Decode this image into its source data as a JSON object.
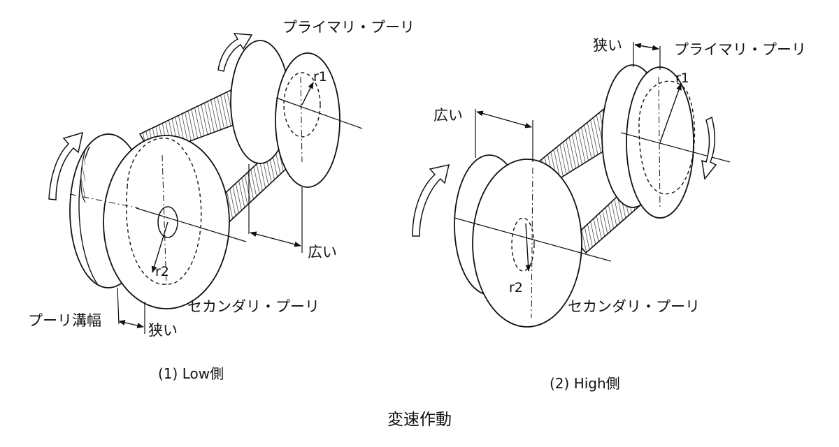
{
  "title": "変速作動",
  "low": {
    "caption": "(1) Low側",
    "primary_label": "プライマリ・プーリ",
    "secondary_label": "セカンダリ・プーリ",
    "groove_label": "プーリ溝幅",
    "primary_gap_label": "広い",
    "secondary_gap_label": "狭い",
    "r1": "r1",
    "r2": "r2"
  },
  "high": {
    "caption": "(2) High側",
    "primary_label": "プライマリ・プーリ",
    "secondary_label": "セカンダリ・プーリ",
    "primary_gap_label": "狭い",
    "secondary_gap_label": "広い",
    "r1": "r1",
    "r2": "r2"
  }
}
